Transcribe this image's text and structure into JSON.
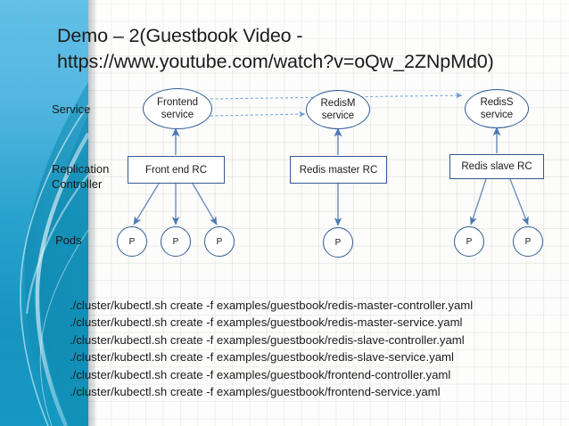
{
  "slide": {
    "title": "Demo – 2(Guestbook Video -\nhttps://www.youtube.com/watch?v=oQw_2ZNpMd0)",
    "background_color": "#fcfcfb",
    "accent_color": "#1b9dc1",
    "shape_outline_color": "#2f5b94",
    "text_color": "#1b1b1b"
  },
  "row_labels": {
    "service": "Service",
    "replication_controller": "Replication\nController",
    "pods": "Pods"
  },
  "diagram": {
    "services": [
      {
        "id": "frontend-service",
        "line1": "Frontend",
        "line2": "service"
      },
      {
        "id": "redism-service",
        "line1": "RedisM",
        "line2": "service"
      },
      {
        "id": "rediss-service",
        "line1": "RedisS",
        "line2": "service"
      }
    ],
    "controllers": [
      {
        "id": "front-end-rc",
        "label": "Front end RC"
      },
      {
        "id": "redis-master-rc",
        "label": "Redis master RC"
      },
      {
        "id": "redis-slave-rc",
        "label": "Redis slave RC"
      }
    ],
    "pods": [
      {
        "id": "frontend-pod-1",
        "label": "P"
      },
      {
        "id": "frontend-pod-2",
        "label": "P"
      },
      {
        "id": "frontend-pod-3",
        "label": "P"
      },
      {
        "id": "redis-master-pod-1",
        "label": "P"
      },
      {
        "id": "redis-slave-pod-1",
        "label": "P"
      },
      {
        "id": "redis-slave-pod-2",
        "label": "P"
      }
    ]
  },
  "commands": [
    "./cluster/kubectl.sh create -f examples/guestbook/redis-master-controller.yaml",
    "./cluster/kubectl.sh create -f examples/guestbook/redis-master-service.yaml",
    "./cluster/kubectl.sh create -f examples/guestbook/redis-slave-controller.yaml",
    "./cluster/kubectl.sh create -f examples/guestbook/redis-slave-service.yaml",
    "./cluster/kubectl.sh create -f examples/guestbook/frontend-controller.yaml",
    "./cluster/kubectl.sh create -f examples/guestbook/frontend-service.yaml"
  ]
}
